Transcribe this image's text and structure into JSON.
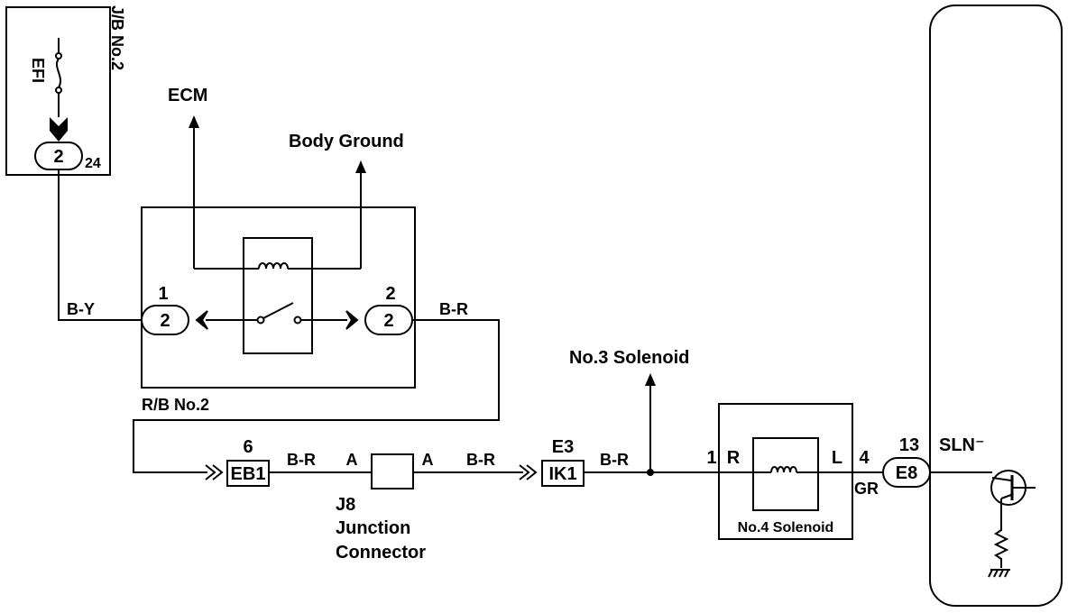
{
  "junction_block": {
    "title": "J/B No.2",
    "fuse": "EFI",
    "connector_pin": "2",
    "connector_id": "24"
  },
  "relay_block": {
    "title": "R/B No.2",
    "left_pin_num": "1",
    "left_connector": "2",
    "right_pin_num": "2",
    "right_connector": "2"
  },
  "destinations": {
    "ecm": "ECM",
    "body_ground": "Body Ground",
    "solenoid3": "No.3 Solenoid"
  },
  "wire_colors": {
    "jb_to_relay": "B-Y",
    "relay_out": "B-R",
    "eb1_to_j8": "B-R",
    "j8_to_ik1": "B-R",
    "ik1_out": "B-R",
    "solenoid_to_ecu": "GR"
  },
  "connectors": {
    "eb1_pin": "6",
    "eb1": "EB1",
    "ik1_pin": "E3",
    "ik1": "IK1",
    "e8_pin": "13",
    "e8": "E8"
  },
  "j8": {
    "pin_left": "A",
    "pin_right": "A",
    "label_line1": "J8",
    "label_line2": "Junction",
    "label_line3": "Connector"
  },
  "solenoid4": {
    "title": "No.4 Solenoid",
    "pin_left": "1",
    "term_left": "R",
    "term_right": "L",
    "pin_right": "4"
  },
  "ecu": {
    "signal": "SLN⁻"
  }
}
